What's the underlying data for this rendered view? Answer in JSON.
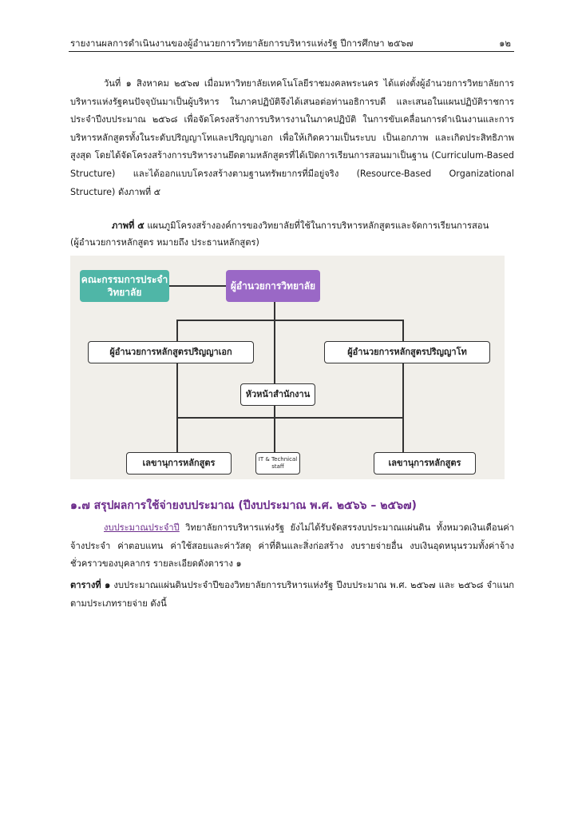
{
  "header": {
    "title": "รายงานผลการดำเนินงานของผู้อำนวยการวิทยาลัยการบริหารแห่งรัฐ ปีการศึกษา ๒๕๖๗",
    "page_number": "๑๒"
  },
  "intro_paragraph": "วันที่ ๑ สิงหาคม ๒๕๖๗ เมื่อมหาวิทยาลัยเทคโนโลยีราชมงคลพระนคร ได้แต่งตั้งผู้อำนวยการวิทยาลัยการบริหารแห่งรัฐคนปัจจุบันมาเป็นผู้บริหาร ในภาคปฏิบัติจึงได้เสนอต่อท่านอธิการบดี และเสนอในแผนปฏิบัติราชการประจำปีงบประมาณ ๒๕๖๘ เพื่อจัดโครงสร้างการบริหารงานในภาคปฏิบัติ ในการขับเคลื่อนการดำเนินงานและการบริหารหลักสูตรทั้งในระดับปริญญาโทและปริญญาเอก เพื่อให้เกิดความเป็นระบบ เป็นเอกภาพ และเกิดประสิทธิภาพสูงสุด โดยได้จัดโครงสร้างการบริหารงานยึดตามหลักสูตรที่ได้เปิดการเรียนการสอนมาเป็นฐาน (Curriculum-Based Structure) และได้ออกแบบโครงสร้างตามฐานทรัพยากรที่มีอยู่จริง (Resource-Based Organizational Structure) ดังภาพที่ ๕",
  "figure_caption": {
    "label": "ภาพที่ ๕",
    "text": " แผนภูมิโครงสร้างองค์การของวิทยาลัยที่ใช้ในการบริหารหลักสูตรและจัดการเรียนการสอน",
    "note": "(ผู้อำนวยการหลักสูตร หมายถึง ประธานหลักสูตร)"
  },
  "org_chart": {
    "committee": "คณะกรรมการประจำวิทยาลัย",
    "director": "ผู้อำนวยการวิทยาลัย",
    "phd_director": "ผู้อำนวยการหลักสูตรปริญญาเอก",
    "masters_director": "ผู้อำนวยการหลักสูตรปริญญาโท",
    "office_head": "หัวหน้าสำนักงาน",
    "secretary_left": "เลขานุการหลักสูตร",
    "it_staff": "IT & Technical staff",
    "secretary_right": "เลขานุการหลักสูตร",
    "colors": {
      "committee": "#4fb6a7",
      "director": "#9a68c6",
      "background": "#f1efea"
    }
  },
  "section_heading": "๑.๗ สรุปผลการใช้จ่ายงบประมาณ (ปีงบประมาณ พ.ศ. ๒๕๖๖ – ๒๕๖๗)",
  "budget_paragraph": {
    "lead": "งบประมาณประจำปี",
    "text": "  วิทยาลัยการบริหารแห่งรัฐ ยังไม่ได้รับจัดสรรงบประมาณแผ่นดิน ทั้งหมวดเงินเดือนค่าจ้างประจำ ค่าตอบแทน ค่าใช้สอยและค่าวัสดุ ค่าที่ดินและสิ่งก่อสร้าง งบรายจ่ายอื่น งบเงินอุดหนุนรวมทั้งค่าจ้างชั่วคราวของบุคลากร รายละเอียดดังตาราง ๑"
  },
  "table_caption": {
    "label": "ตารางที่ ๑",
    "text": " งบประมาณแผ่นดินประจำปีของวิทยาลัยการบริหารแห่งรัฐ ปีงบประมาณ พ.ศ. ๒๕๖๗ และ ๒๕๖๘ จำแนกตามประเภทรายจ่าย ดังนี้"
  }
}
